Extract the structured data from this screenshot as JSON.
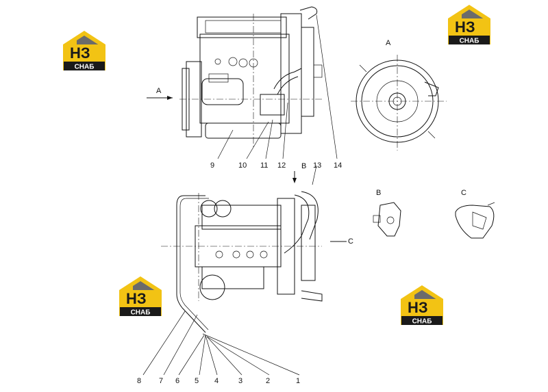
{
  "brand": {
    "mark": "НЗ",
    "name": "СНАБ",
    "colors": {
      "yellow": "#f2c314",
      "dark": "#1a1a1a",
      "grey": "#6b6b6b"
    }
  },
  "views": {
    "a": "А",
    "b": "В",
    "c": "С",
    "arrow_a": "A",
    "arrow_b": "B",
    "arrow_c": "C"
  },
  "callouts": [
    "1",
    "2",
    "3",
    "4",
    "5",
    "6",
    "7",
    "8",
    "9",
    "10",
    "11",
    "12",
    "13",
    "14"
  ]
}
